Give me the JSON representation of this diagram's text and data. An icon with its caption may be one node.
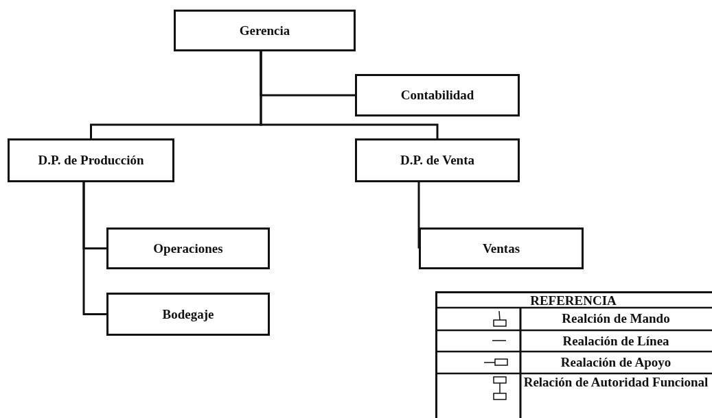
{
  "diagram": {
    "nodes": [
      {
        "text": [
          "Gerencia"
        ]
      },
      {
        "text": [
          "Contabilidad"
        ]
      },
      {
        "text": [
          "D.P. de Producción"
        ]
      },
      {
        "text": [
          "D.P. de Venta"
        ]
      },
      {
        "text": [
          "Operaciones"
        ]
      },
      {
        "text": [
          "Bodegaje"
        ]
      },
      {
        "text": [
          "Ventas"
        ]
      }
    ],
    "edges": [
      {
        "from": 0,
        "to": 1,
        "arrow": "none"
      },
      {
        "from": 0,
        "to": 2,
        "arrow": "none"
      },
      {
        "from": 0,
        "to": 3,
        "arrow": "none"
      },
      {
        "from": 2,
        "to": 4,
        "arrow": "none"
      },
      {
        "from": 2,
        "to": 5,
        "arrow": "none"
      },
      {
        "from": 3,
        "to": 6,
        "arrow": "none"
      }
    ],
    "labels": [
      "REFERENCIA"
    ],
    "legend": [
      {
        "text": "Realción de Mando"
      },
      {
        "text": "Realación de Línea"
      },
      {
        "text": "Realación de Apoyo"
      },
      {
        "text": "Relación de Autoridad Funcional"
      }
    ]
  }
}
